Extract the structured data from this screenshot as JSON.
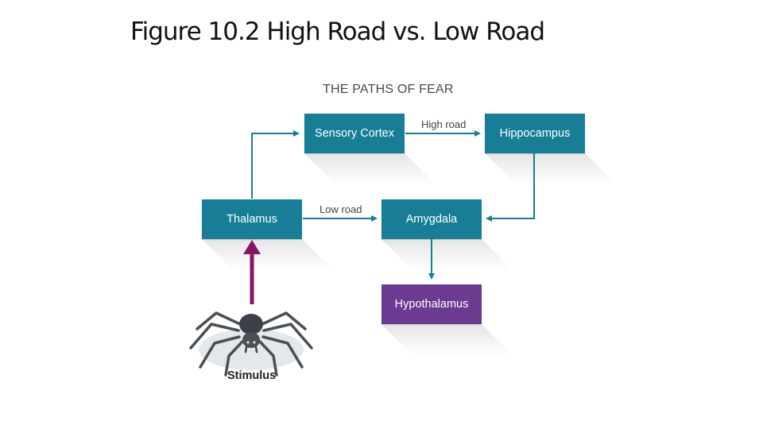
{
  "slide": {
    "title": "Figure 10.2 High Road vs. Low Road"
  },
  "diagram": {
    "title": "THE PATHS OF FEAR",
    "nodes": {
      "sensory_cortex": "Sensory Cortex",
      "hippocampus": "Hippocampus",
      "thalamus": "Thalamus",
      "amygdala": "Amygdala",
      "hypothalamus": "Hypothalamus"
    },
    "edge_labels": {
      "high_road": "High road",
      "low_road": "Low road"
    },
    "stimulus": "Stimulus",
    "colors": {
      "node": "#177e96",
      "hypothalamus": "#6b3a91",
      "arrow": "#177e96",
      "stimulus_arrow": "#8a1464"
    }
  }
}
